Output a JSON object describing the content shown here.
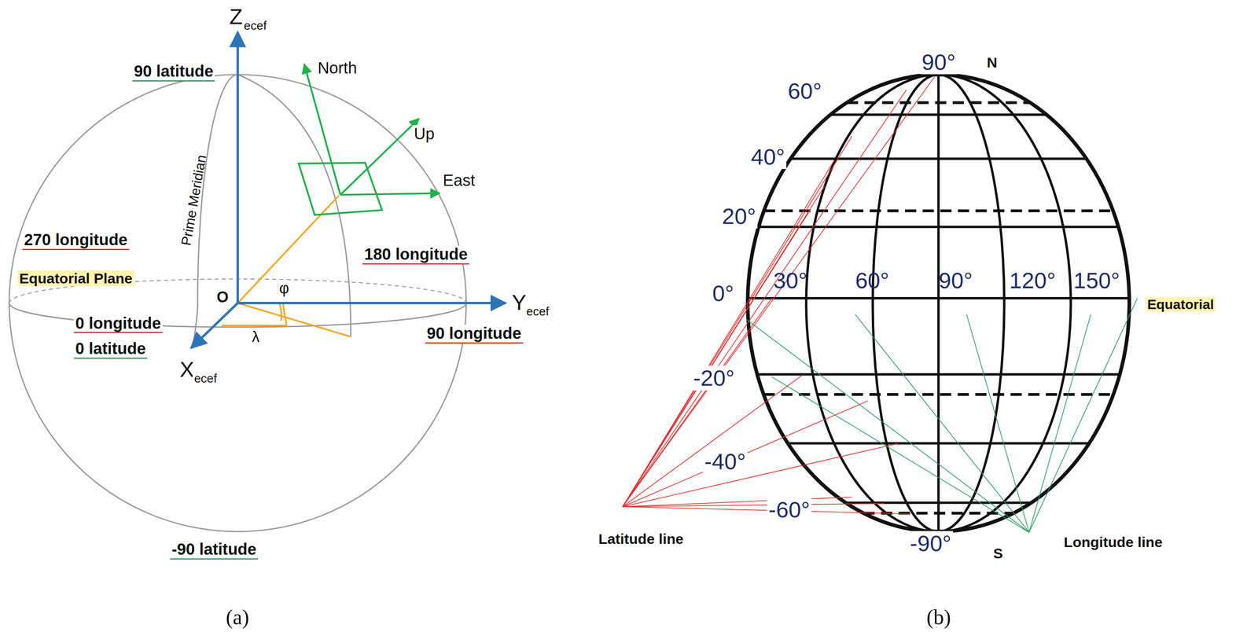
{
  "diagram": {
    "labels": [
      "Z",
      "ecef",
      "90 latitude",
      "North",
      "Up",
      "East",
      "Prime Meridian",
      "270 longitude",
      "180 longitude",
      "Equatorial Plane",
      "O",
      "φ",
      "Y",
      "ecef",
      "0 longitude",
      "0 latitude",
      "λ",
      "90 longitude",
      "X",
      "ecef",
      "-90 latitude",
      "(a)",
      "90°",
      "N",
      "60°",
      "40°",
      "20°",
      "0°",
      "30°",
      "60°",
      "90°",
      "120°",
      "150°",
      "Equatorial",
      "-20°",
      "-40°",
      "-60°",
      "-90°",
      "S",
      "Latitude line",
      "Longitude line",
      "(b)"
    ]
  }
}
